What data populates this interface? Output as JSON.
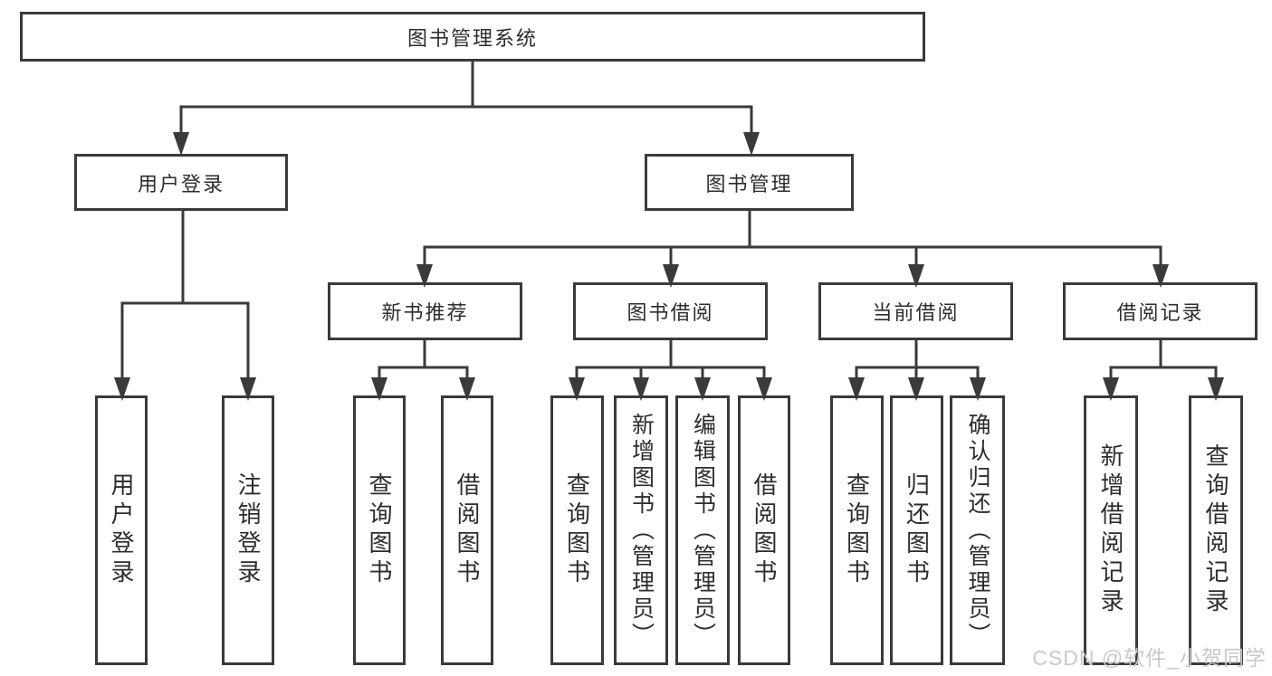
{
  "tree": {
    "label": "图书管理系统",
    "children": [
      {
        "label": "用户登录",
        "children": [
          {
            "label": "用户登录"
          },
          {
            "label": "注销登录"
          }
        ]
      },
      {
        "label": "图书管理",
        "children": [
          {
            "label": "新书推荐",
            "children": [
              {
                "label": "查询图书"
              },
              {
                "label": "借阅图书"
              }
            ]
          },
          {
            "label": "图书借阅",
            "children": [
              {
                "label": "查询图书"
              },
              {
                "label": "新增图书（管理员）"
              },
              {
                "label": "编辑图书（管理员）"
              },
              {
                "label": "借阅图书"
              }
            ]
          },
          {
            "label": "当前借阅",
            "children": [
              {
                "label": "查询图书"
              },
              {
                "label": "归还图书"
              },
              {
                "label": "确认归还（管理员）"
              }
            ]
          },
          {
            "label": "借阅记录",
            "children": [
              {
                "label": "新增借阅记录"
              },
              {
                "label": "查询借阅记录"
              }
            ]
          }
        ]
      }
    ]
  },
  "colors": {
    "line": "#3a3a3a",
    "box_border": "#3a3a3a",
    "box_background": "#ffffff",
    "text": "#2d2d2d",
    "watermark": "#c9c9cd"
  },
  "watermark": {
    "text": "CSDN @软件_小贺同学"
  }
}
